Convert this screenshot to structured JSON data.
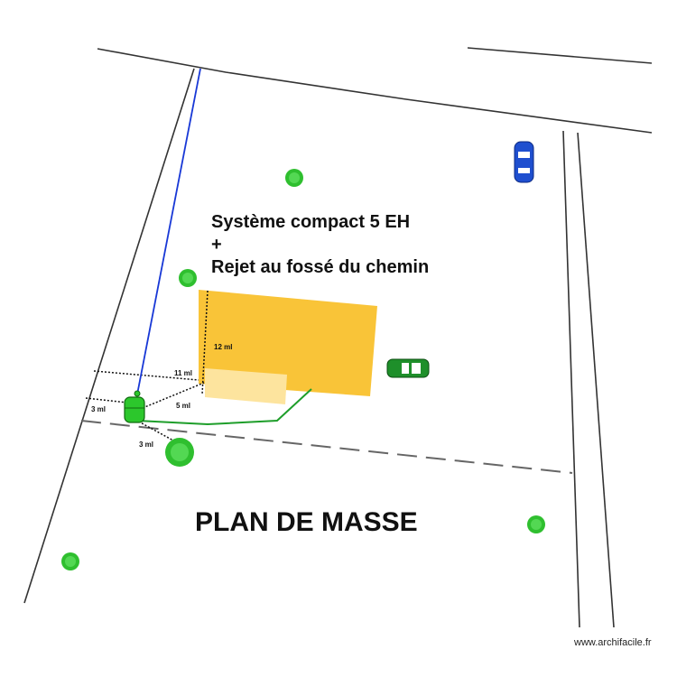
{
  "title_lines": [
    "Système compact 5 EH",
    "+",
    "Rejet au fossé du chemin"
  ],
  "plan_title": "PLAN DE MASSE",
  "dimensions": {
    "height_12": "12 ml",
    "dist_11": "11 ml",
    "dist_5": "5 ml",
    "dist_3_left": "3 ml",
    "dist_3_bottom": "3 ml"
  },
  "credit": "www.archifacile.fr",
  "icons": {
    "car_blue": "car-icon",
    "car_green": "car-icon",
    "tree": "tree-icon",
    "septic_tank": "septic-tank-icon"
  },
  "colors": {
    "house": "#f9c438",
    "terrace": "#fde49e",
    "pipe_blue": "#1838d6",
    "pipe_green": "#1e9e2a",
    "tree": "#2fbf2f",
    "car_blue": "#1f4fcf",
    "car_green": "#1e8f2a"
  }
}
